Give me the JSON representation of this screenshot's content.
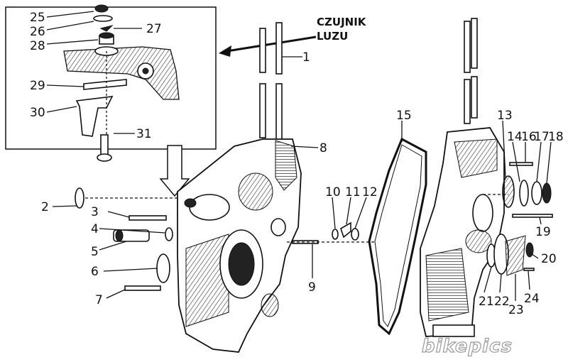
{
  "callout": {
    "line1": "CZUJNIK",
    "line2": "LUZU"
  },
  "labels": {
    "n1": "1",
    "n2": "2",
    "n3": "3",
    "n4": "4",
    "n5": "5",
    "n6": "6",
    "n7": "7",
    "n8": "8",
    "n9": "9",
    "n10": "10",
    "n11": "11",
    "n12": "12",
    "n13": "13",
    "n14": "14",
    "n15": "15",
    "n16": "16",
    "n17": "17",
    "n18": "18",
    "n19": "19",
    "n20": "20",
    "n21": "21",
    "n22": "22",
    "n23": "23",
    "n24": "24",
    "n25": "25",
    "n26": "26",
    "n27": "27",
    "n28": "28",
    "n29": "29",
    "n30": "30",
    "n31": "31"
  },
  "watermark": "bikepics"
}
